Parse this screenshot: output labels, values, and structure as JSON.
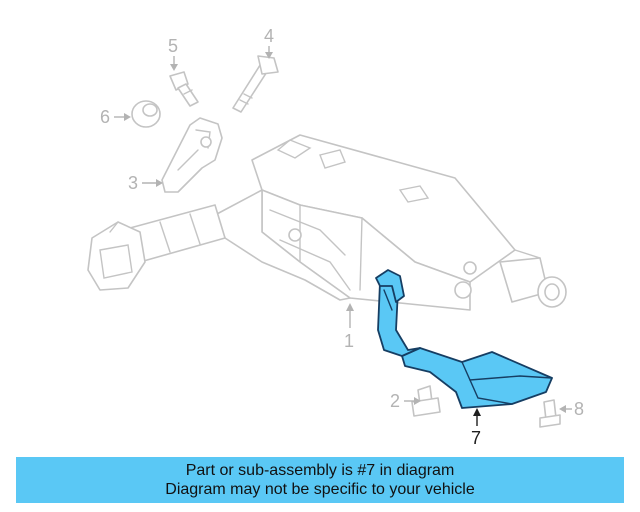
{
  "callouts": {
    "c1": "1",
    "c2": "2",
    "c3": "3",
    "c4": "4",
    "c5": "5",
    "c6": "6",
    "c7": "7",
    "c8": "8"
  },
  "highlighted_part": "7",
  "highlight_color": "#5ac8f5",
  "banner": {
    "line1": "Part or sub-assembly is #7 in diagram",
    "line2": "Diagram may not be specific to your vehicle"
  }
}
